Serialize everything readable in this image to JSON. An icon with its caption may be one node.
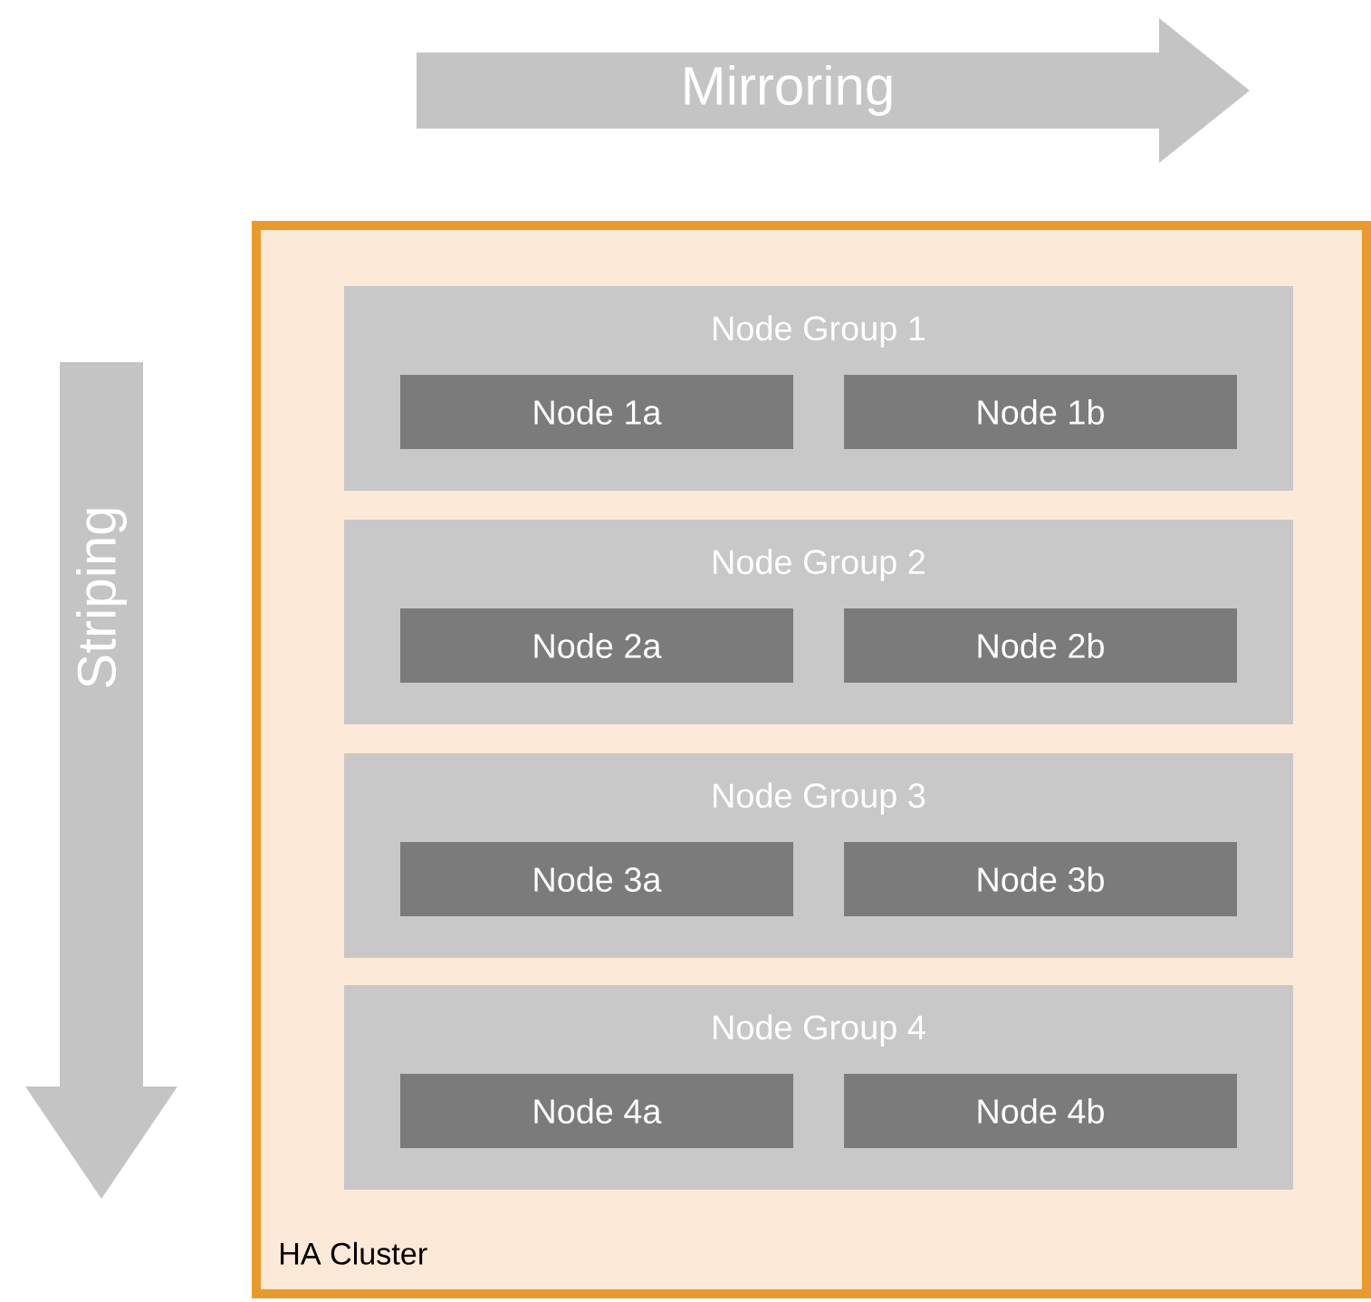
{
  "diagram": {
    "nodes": [
      {
        "text": [
          "Mirroring"
        ]
      },
      {
        "text": [
          "Striping"
        ]
      },
      {
        "text": [
          "HA Cluster"
        ]
      },
      {
        "text": [
          "Node Group 1"
        ],
        "in": 2
      },
      {
        "text": [
          "Node 1a"
        ],
        "in": 3
      },
      {
        "text": [
          "Node 1b"
        ],
        "in": 3
      },
      {
        "text": [
          "Node Group 2"
        ],
        "in": 2
      },
      {
        "text": [
          "Node 2a"
        ],
        "in": 6
      },
      {
        "text": [
          "Node 2b"
        ],
        "in": 6
      },
      {
        "text": [
          "Node Group 3"
        ],
        "in": 2
      },
      {
        "text": [
          "Node 3a"
        ],
        "in": 9
      },
      {
        "text": [
          "Node 3b"
        ],
        "in": 9
      },
      {
        "text": [
          "Node Group 4"
        ],
        "in": 2
      },
      {
        "text": [
          "Node 4a"
        ],
        "in": 12
      },
      {
        "text": [
          "Node 4b"
        ],
        "in": 12
      }
    ]
  }
}
